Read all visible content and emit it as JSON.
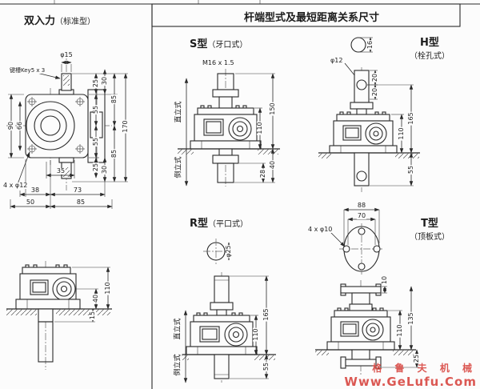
{
  "header": {
    "left_title": "双入力",
    "left_title_suffix": "（标准型）",
    "right_title": "杆端型式及最短距离关系尺寸"
  },
  "plan_view": {
    "shaft_dia": "φ15",
    "keyway": "键槽Key5 x 3",
    "holes": "4 x φ12",
    "d25_top": "25",
    "d30_top": "30",
    "d55_upper": "55",
    "d55_lower": "55",
    "d85_upper": "85",
    "d85_lower": "85",
    "d170": "170",
    "d90": "90",
    "d66": "66",
    "d25_bot": "25",
    "d30_bot": "30",
    "d35": "35",
    "d38": "38",
    "d73": "73",
    "d50": "50",
    "d85_base": "85"
  },
  "front_view": {
    "d110": "110",
    "d40": "40",
    "d15": "15"
  },
  "type_s": {
    "name": "S型",
    "subtitle": "（牙口式）",
    "thread": "M16 x 1.5",
    "upright": "直立式",
    "inverted": "倒立式",
    "d150": "150",
    "d110": "110",
    "d40": "40",
    "d28": "28"
  },
  "type_h": {
    "name": "H型",
    "subtitle": "（栓孔式）",
    "pin_dia": "φ12",
    "d16": "16",
    "d20_upper": "20",
    "d20_lower": "20",
    "d110": "110",
    "d165": "165",
    "d55": "55"
  },
  "type_r": {
    "name": "R型",
    "subtitle": "（平口式）",
    "rod_dia": "φ25",
    "upright": "直立式",
    "inverted": "倒立式",
    "d110": "110",
    "d165": "165",
    "d55": "55"
  },
  "type_t": {
    "name": "T型",
    "subtitle": "（顶板式）",
    "holes": "4 x φ10",
    "d88": "88",
    "d70": "70",
    "d10": "10",
    "d110": "110",
    "d135": "135",
    "d25": "25"
  },
  "watermark": {
    "line1": "格 鲁 夫 机 械",
    "line2": "Www.GeLufu.Com",
    "color": "#d94b45"
  }
}
